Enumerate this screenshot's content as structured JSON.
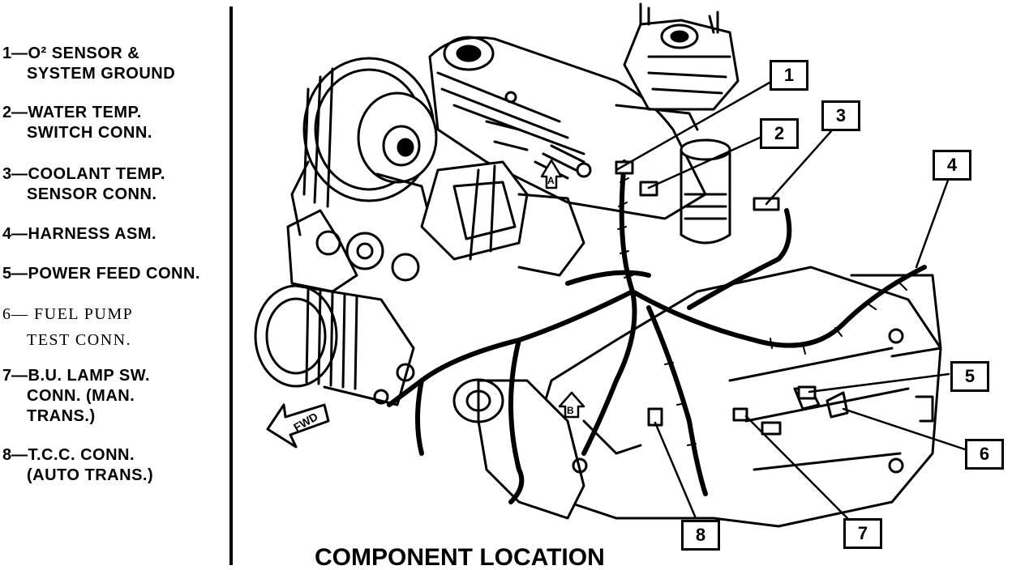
{
  "legend": [
    {
      "number": "1",
      "lines": [
        "—O² SENSOR &",
        "SYSTEM GROUND"
      ]
    },
    {
      "number": "2",
      "lines": [
        "—WATER TEMP.",
        "SWITCH CONN."
      ]
    },
    {
      "number": "3",
      "lines": [
        "—COOLANT TEMP.",
        "SENSOR CONN."
      ]
    },
    {
      "number": "4",
      "lines": [
        "—HARNESS ASM."
      ]
    },
    {
      "number": "5",
      "lines": [
        "—POWER FEED CONN."
      ]
    },
    {
      "number": "6",
      "lines": [
        "— FUEL  PUMP",
        "TEST  CONN."
      ]
    },
    {
      "number": "7",
      "lines": [
        "—B.U. LAMP SW.",
        "CONN. (MAN.",
        "TRANS.)"
      ]
    },
    {
      "number": "8",
      "lines": [
        "—T.C.C. CONN.",
        "(AUTO TRANS.)"
      ]
    }
  ],
  "diagram": {
    "caption": "COMPONENT LOCATION",
    "fwd_label": "FWD",
    "view_labels": [
      "A",
      "B"
    ],
    "callouts": [
      "1",
      "2",
      "3",
      "4",
      "5",
      "6",
      "7",
      "8"
    ]
  }
}
